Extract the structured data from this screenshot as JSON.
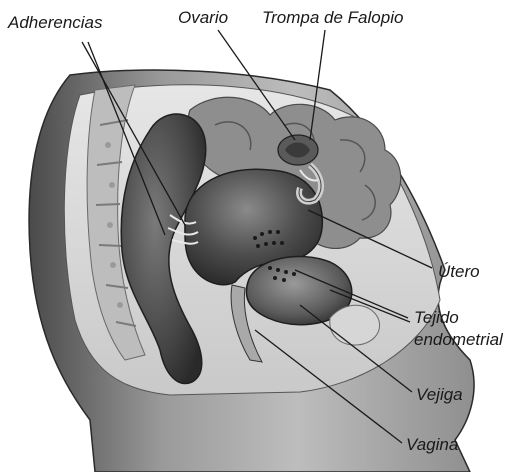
{
  "labels": {
    "adherencias": "Adherencias",
    "ovario": "Ovario",
    "trompa": "Trompa de Falopio",
    "utero": "Útero",
    "tejido_line1": "Tejido",
    "tejido_line2": "endometrial",
    "vejiga": "Vejiga",
    "vagina": "Vagina"
  },
  "palette": {
    "organ_dark": "#3f3f3f",
    "organ_mid": "#6b6b6b",
    "tissue_light": "#d4d4d4",
    "bone": "#bdbdbd",
    "leader": "#1a1a1a"
  }
}
